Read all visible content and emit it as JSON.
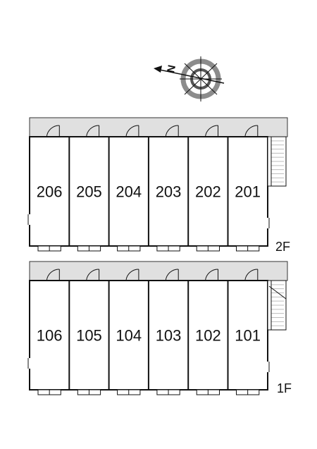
{
  "compass": {
    "north_label": "N",
    "icon": "compass-rose-icon"
  },
  "floors": [
    {
      "label": "2F",
      "units": [
        "206",
        "205",
        "204",
        "203",
        "202",
        "201"
      ]
    },
    {
      "label": "1F",
      "units": [
        "106",
        "105",
        "104",
        "103",
        "102",
        "101"
      ]
    }
  ],
  "colors": {
    "corridor": "#e0e0e0",
    "wall": "#111111",
    "compass_ring": "#8c8c8c",
    "stairs": "#bdbdbd"
  }
}
